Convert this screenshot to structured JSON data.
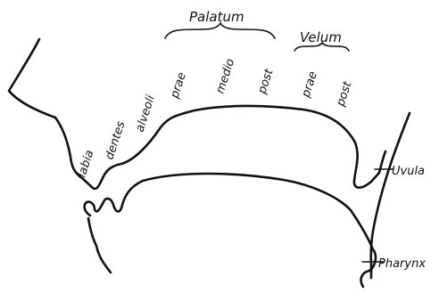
{
  "groups": {
    "palatum": "Palatum",
    "velum": "Velum"
  },
  "labels": {
    "labia": "labia",
    "dentes": "dentes",
    "alveoli": "alveoli",
    "palatum_prae": "prae",
    "palatum_medio": "medio",
    "palatum_post": "post",
    "velum_prae": "prae",
    "velum_post": "post",
    "uvula": "Uvula",
    "pharynx": "Pharynx"
  },
  "colors": {
    "ink": "#111111",
    "paper": "#ffffff"
  }
}
